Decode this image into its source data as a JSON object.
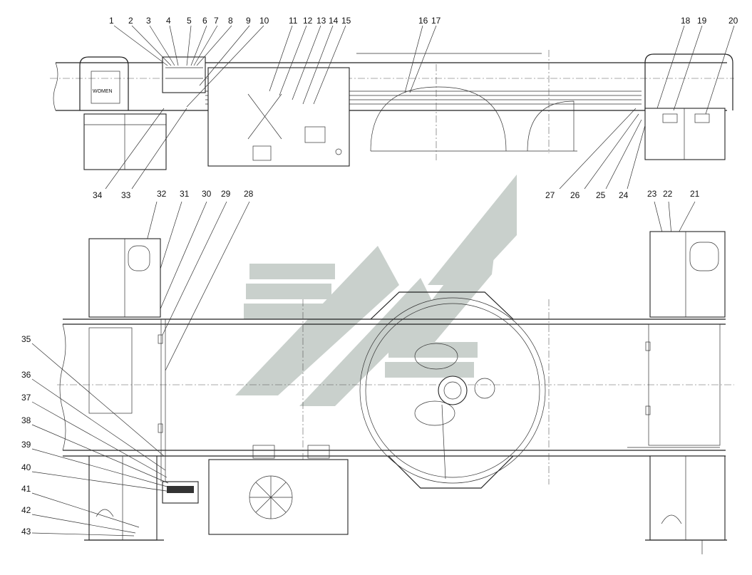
{
  "callouts_top": [
    "1",
    "2",
    "3",
    "4",
    "5",
    "6",
    "7",
    "8",
    "9",
    "10",
    "11",
    "12",
    "13",
    "14",
    "15",
    "16",
    "17",
    "18",
    "19",
    "20"
  ],
  "callouts_mid_left": [
    "34",
    "33"
  ],
  "callouts_mid_right": [
    "27",
    "26",
    "25",
    "24"
  ],
  "callouts_upper_bottom": [
    "32",
    "31",
    "30",
    "29",
    "28",
    "23",
    "22",
    "21"
  ],
  "callouts_left": [
    "35",
    "36",
    "37",
    "38",
    "39",
    "40",
    "41",
    "42",
    "43"
  ],
  "logo_icon": "watermark-logo-icon",
  "colors": {
    "line": "#222222",
    "logo": "#c9d0cc",
    "background": "#ffffff"
  }
}
